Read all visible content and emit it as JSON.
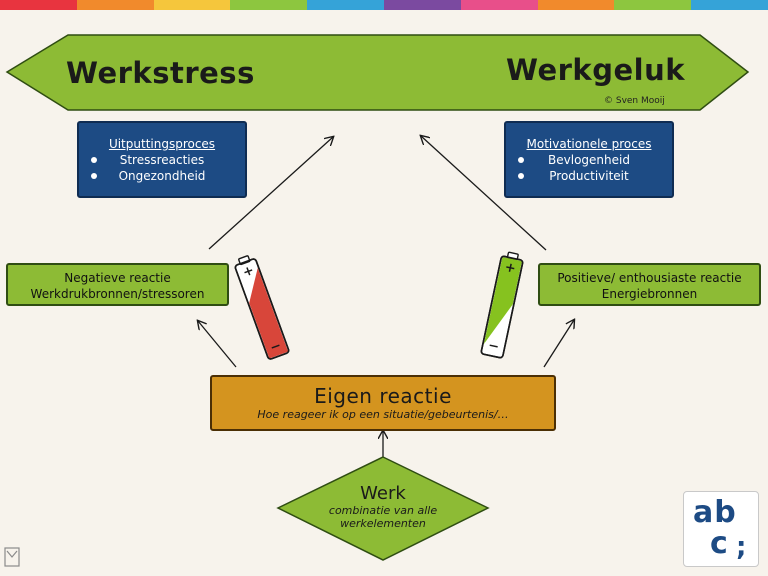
{
  "colors": {
    "top_stripe": [
      "#e8343f",
      "#f18a2c",
      "#f5c63c",
      "#8dc63f",
      "#35a3d8",
      "#7b4aa0",
      "#e84f8a",
      "#f18a2c",
      "#8dc63f",
      "#35a3d8"
    ],
    "green": "#8dbb35",
    "navy": "#1d4b84",
    "orange": "#d4941f",
    "battery_red": "#d8463a",
    "battery_green": "#86c21f"
  },
  "banner": {
    "left_title": "Werkstress",
    "right_title": "Werkgeluk",
    "copyright": "© Sven Mooij"
  },
  "boxes": {
    "depletion": {
      "heading": "Uitputtingsproces",
      "items": [
        "Stressreacties",
        "Ongezondheid"
      ]
    },
    "motivation": {
      "heading": "Motivationele  proces",
      "items": [
        "Bevlogenheid",
        "Productiviteit"
      ]
    },
    "negative": {
      "line1": "Negatieve reactie",
      "line2": "Werkdrukbronnen/stressoren"
    },
    "positive": {
      "line1": "Positieve/ enthousiaste reactie",
      "line2": "Energiebronnen"
    },
    "own_reaction": {
      "title": "Eigen reactie",
      "subtitle": "Hoe reageer ik op een situatie/gebeurtenis/…"
    },
    "work": {
      "title": "Werk",
      "line1": "combinatie van alle",
      "line2": "werkelementen"
    }
  },
  "batteries": {
    "left": {
      "icon": "low-battery-icon",
      "plus": "+",
      "minus": "−"
    },
    "right": {
      "icon": "full-battery-icon",
      "plus": "+",
      "minus": "−"
    }
  },
  "logo": {
    "line1": "ab",
    "line2": "c",
    "line3": ";"
  }
}
